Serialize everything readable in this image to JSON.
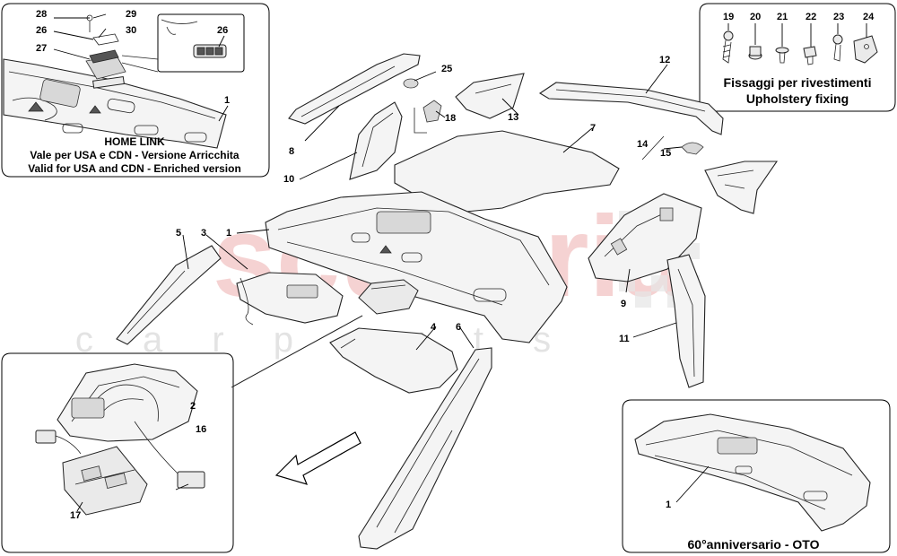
{
  "watermark": {
    "main": "scuderia",
    "sub": "c a r   p a r t s",
    "color": "#f2c4c4"
  },
  "captions": {
    "home_link_title": "HOME LINK",
    "home_link_line1": "Vale per USA e CDN - Versione Arricchita",
    "home_link_line2": "Valid for USA and CDN - Enriched version",
    "fixing_it": "Fissaggi per rivestimenti",
    "fixing_en": "Upholstery fixing",
    "anniversary": "60°anniversario - OTO"
  },
  "callouts": {
    "c1": "1",
    "c2": "2",
    "c3": "3",
    "c4": "4",
    "c5": "5",
    "c6": "6",
    "c7": "7",
    "c8": "8",
    "c9": "9",
    "c10": "10",
    "c11": "11",
    "c12": "12",
    "c13": "13",
    "c14": "14",
    "c15": "15",
    "c16": "16",
    "c17": "17",
    "c18": "18",
    "c19": "19",
    "c20": "20",
    "c21": "21",
    "c22": "22",
    "c23": "23",
    "c24": "24",
    "c25": "25",
    "c26": "26",
    "c27": "27",
    "c28": "28",
    "c29": "29",
    "c30": "30"
  }
}
